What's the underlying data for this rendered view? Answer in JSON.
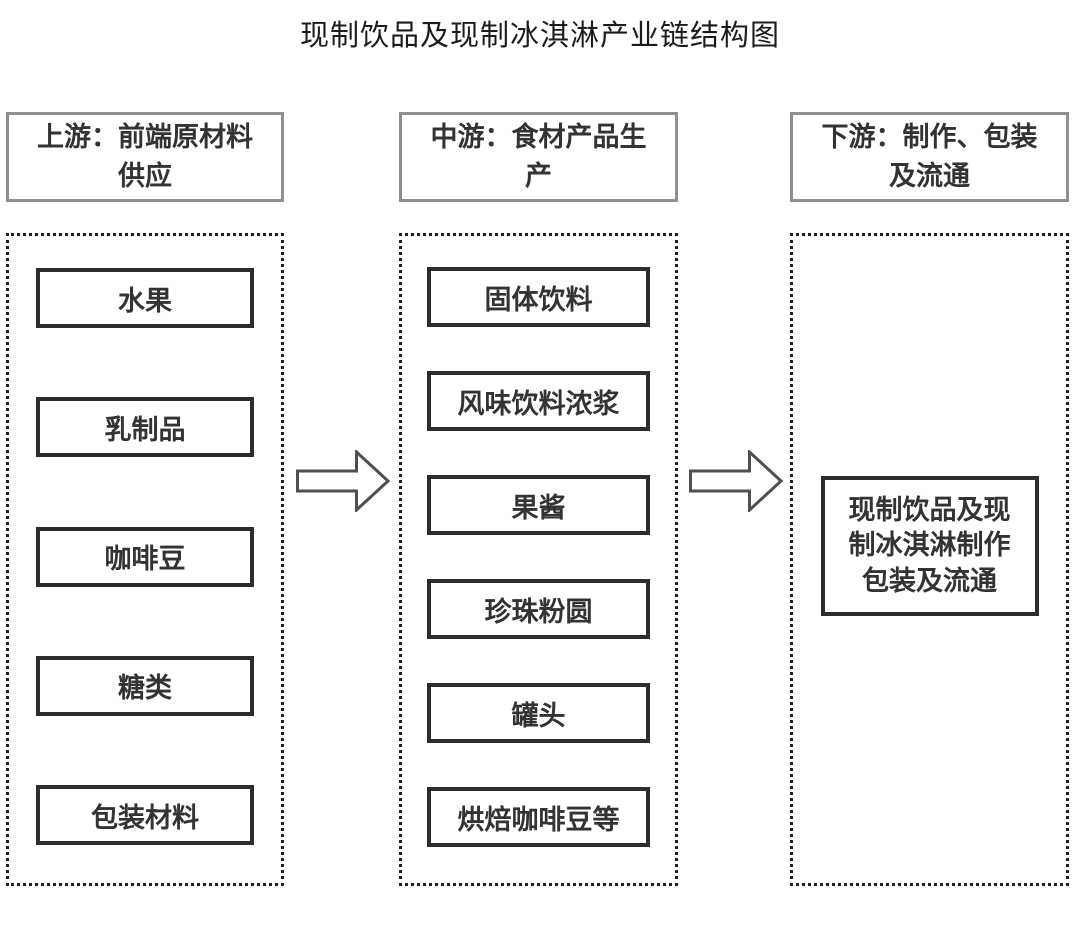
{
  "title": "现制饮品及现制冰淇淋产业链结构图",
  "columns": [
    {
      "id": "upstream",
      "header": "上游：前端原材料供应",
      "items": [
        "水果",
        "乳制品",
        "咖啡豆",
        "糖类",
        "包装材料"
      ]
    },
    {
      "id": "midstream",
      "header": "中游：食材产品生产",
      "items": [
        "固体饮料",
        "风味饮料浓浆",
        "果酱",
        "珍珠粉圆",
        "罐头",
        "烘焙咖啡豆等"
      ]
    },
    {
      "id": "downstream",
      "header": "下游：制作、包装及流通",
      "items": [
        "现制饮品及现制冰淇淋制作包装及流通"
      ]
    }
  ],
  "arrows": [
    {
      "direction": "right",
      "from": "upstream",
      "to": "midstream"
    },
    {
      "direction": "right",
      "from": "midstream",
      "to": "downstream"
    }
  ],
  "colors": {
    "text": "#333333",
    "box_border": "#2d2d2d",
    "header_border": "#8f8f8f",
    "dotted_border": "#1f1f1f",
    "arrow_outline": "#4f4f4f",
    "background": "#ffffff"
  }
}
